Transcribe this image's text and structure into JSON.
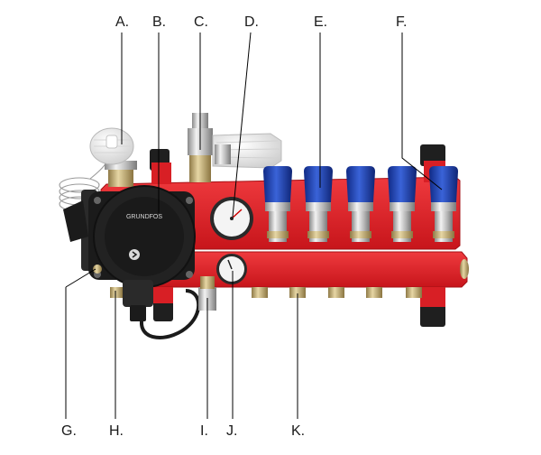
{
  "labels": {
    "a": "A.",
    "b": "B.",
    "c": "C.",
    "d": "D.",
    "e": "E.",
    "f": "F.",
    "g": "G.",
    "h": "H.",
    "i": "I.",
    "j": "J.",
    "k": "K."
  },
  "pump_brand": "GRUNDFOS",
  "colors": {
    "manifold": "#e2262b",
    "pump": "#1b1b1b",
    "valve_cap": "#1f3fae",
    "brass": "#c9b27a",
    "chrome": "#c8c8c8",
    "leader": "#000000"
  }
}
